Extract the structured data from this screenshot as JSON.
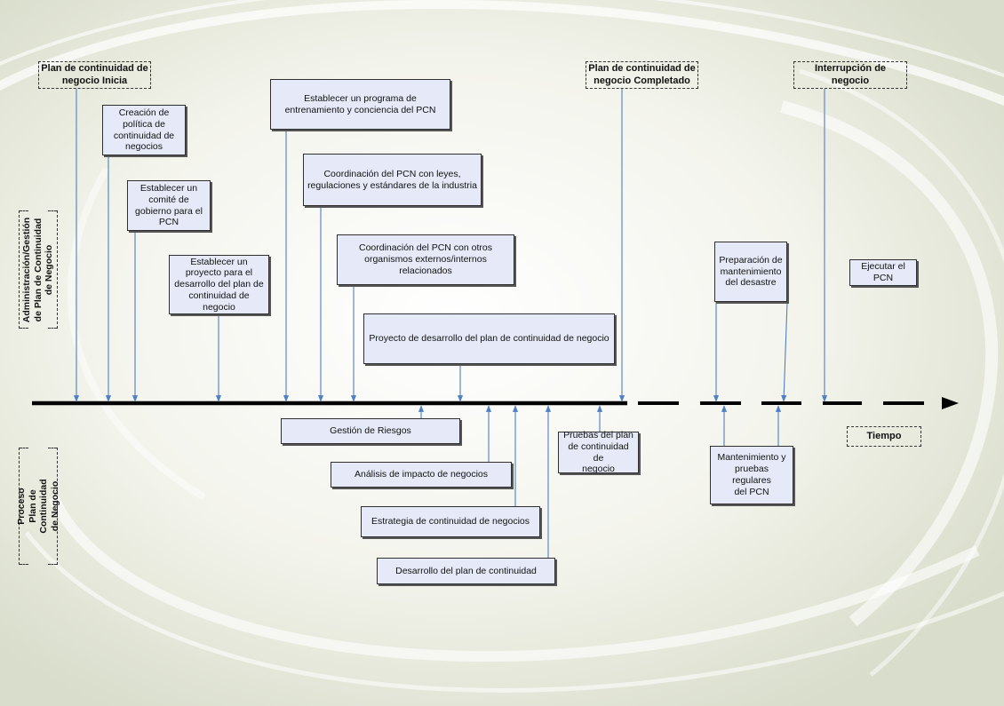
{
  "lanes": {
    "management": "Administración/Gestión\nde Plan de Continuidad\nde Negocio",
    "process": "Proceso  Plan de\nContinuidad de Negocio"
  },
  "milestones": {
    "start": "Plan de continuidad de\nnegocio Inicia",
    "complete": "Plan de continuidad de\nnegocio Completado",
    "interruption": "Interrupción  de\nnegocio",
    "time": "Tiempo"
  },
  "management_items": {
    "policy": "Creación de\npolítica de\ncontinuidad de\nnegocios",
    "committee": "Establecer un\ncomité de\ngobierno para el\nPCN",
    "project": "Establecer un\nproyecto para el\ndesarrollo del plan de\ncontinuidad de\nnegocio",
    "training": "Establecer un programa de\nentrenamiento y conciencia del PCN",
    "laws": "Coordinación del PCN con leyes,\nregulaciones y estándares de la industria",
    "organisms": "Coordinación del PCN con otros\norganismos externos/internos\nrelacionados",
    "dev_project": "Proyecto de desarrollo del plan de continuidad de negocio",
    "disaster_prep": "Preparación de\nmantenimiento\ndel desastre",
    "execute": "Ejecutar el\nPCN"
  },
  "process_items": {
    "risk": "Gestión de Riesgos",
    "impact": "Análisis de impacto de negocios",
    "strategy": "Estrategia de continuidad de negocios",
    "development": "Desarrollo del plan de continuidad",
    "tests": "Pruebas del plan\nde continuidad de\nnegocio",
    "maintenance": "Mantenimiento y\npruebas regulares\ndel PCN"
  },
  "colors": {
    "arrow": "#4f7fc4",
    "box_fill": "#e6eaf8",
    "timeline": "#000000"
  }
}
